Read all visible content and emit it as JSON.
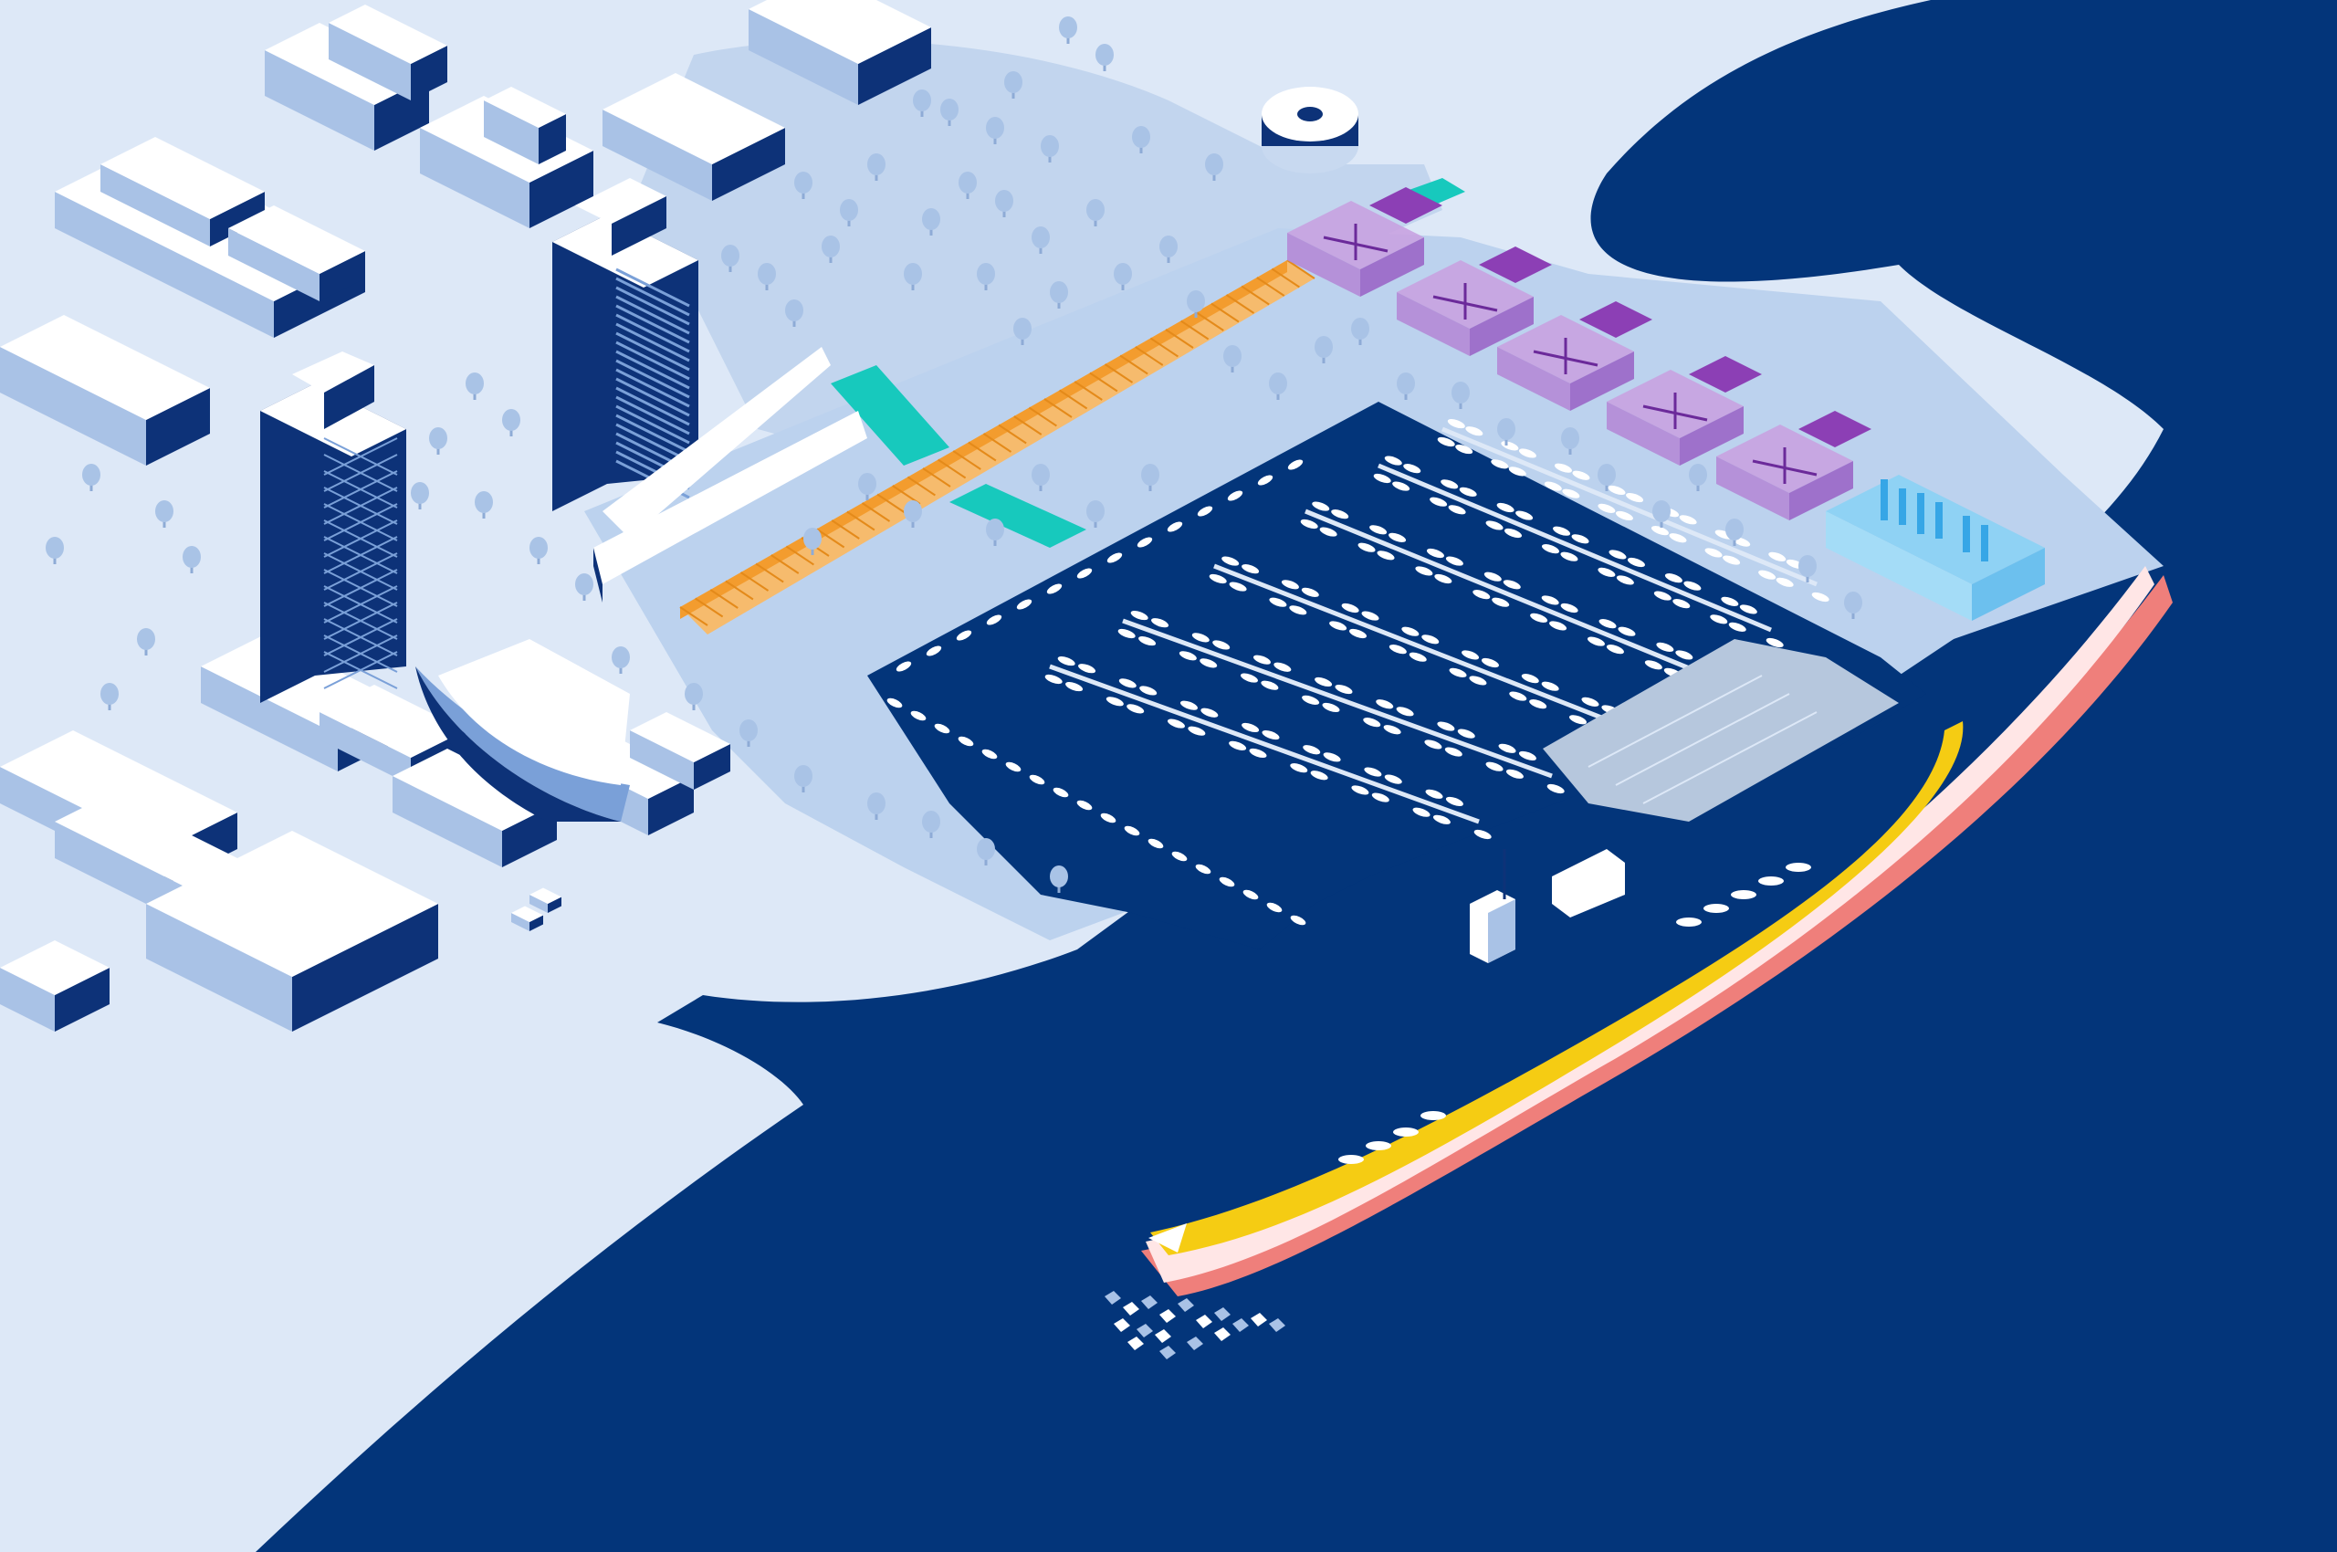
{
  "map": {
    "style": "isometric waterfront marina illustration",
    "labels": [],
    "colors": {
      "sea": "#03357a",
      "land": "#dde8f7",
      "ground": "#c2d5ee",
      "building_top": "#ffffff",
      "building_side_light": "#a9c2e6",
      "building_side_dark": "#0d3278",
      "tree": "#a9c3e6",
      "berth_walkway": "#f6bb6d",
      "green_strip": "#17c9bd",
      "purple_pavilions": "#8c3fb5",
      "blue_structure": "#6cc0ee",
      "breakwater_yellow": "#f5cc13",
      "breakwater_pink": "#ef7f7b",
      "boat": "#ffffff"
    },
    "features": [
      {
        "name": "sea",
        "icon": "water-area"
      },
      {
        "name": "city-blocks",
        "icon": "building-cluster"
      },
      {
        "name": "high-rise-towers",
        "icon": "tower-icon"
      },
      {
        "name": "park-with-trees",
        "icon": "tree-icon"
      },
      {
        "name": "round-pavilion",
        "icon": "round-building-icon"
      },
      {
        "name": "marina-basin",
        "icon": "marina-icon"
      },
      {
        "name": "orange-promenade",
        "icon": "promenade-icon"
      },
      {
        "name": "green-boardwalk",
        "icon": "boardwalk-icon"
      },
      {
        "name": "purple-pavilions",
        "icon": "pavilion-icon"
      },
      {
        "name": "blue-sculpture",
        "icon": "sculpture-icon"
      },
      {
        "name": "curved-breakwater",
        "icon": "breakwater-icon"
      },
      {
        "name": "harbour-office",
        "icon": "harbour-office-icon"
      },
      {
        "name": "rock-armour",
        "icon": "rocks-icon"
      }
    ]
  }
}
